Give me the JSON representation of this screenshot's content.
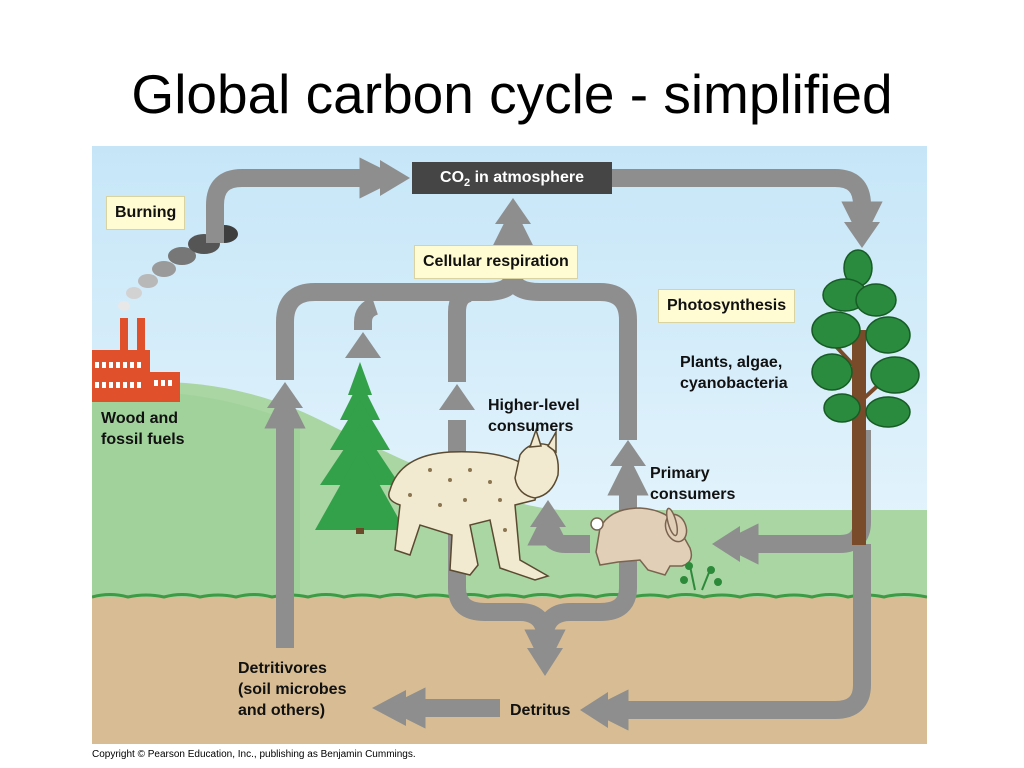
{
  "title": "Global carbon cycle - simplified",
  "labels": {
    "co2_main": "CO",
    "co2_sub": "2",
    "co2_rest": " in atmosphere",
    "burning": "Burning",
    "cellular_respiration": "Cellular respiration",
    "photosynthesis": "Photosynthesis",
    "plants_line1": "Plants, algae,",
    "plants_line2": "cyanobacteria",
    "wood_line1": "Wood and",
    "wood_line2": "fossil fuels",
    "higher_line1": "Higher-level",
    "higher_line2": "consumers",
    "primary_line1": "Primary",
    "primary_line2": "consumers",
    "detritivores_line1": "Detritivores",
    "detritivores_line2": "(soil microbes",
    "detritivores_line3": "and others)",
    "detritus": "Detritus"
  },
  "copyright": "Copyright © Pearson Education, Inc., publishing as Benjamin Cummings.",
  "colors": {
    "sky_top": "#c6e6f8",
    "sky_bottom": "#f0f9fd",
    "hills": "#a9d6a3",
    "soil": "#d8bd94",
    "arrow": "#8e8e8e",
    "label_box": "#fffbd2",
    "co2_box": "#454545",
    "factory": "#e0502a",
    "tree": "#2a8a3e"
  }
}
